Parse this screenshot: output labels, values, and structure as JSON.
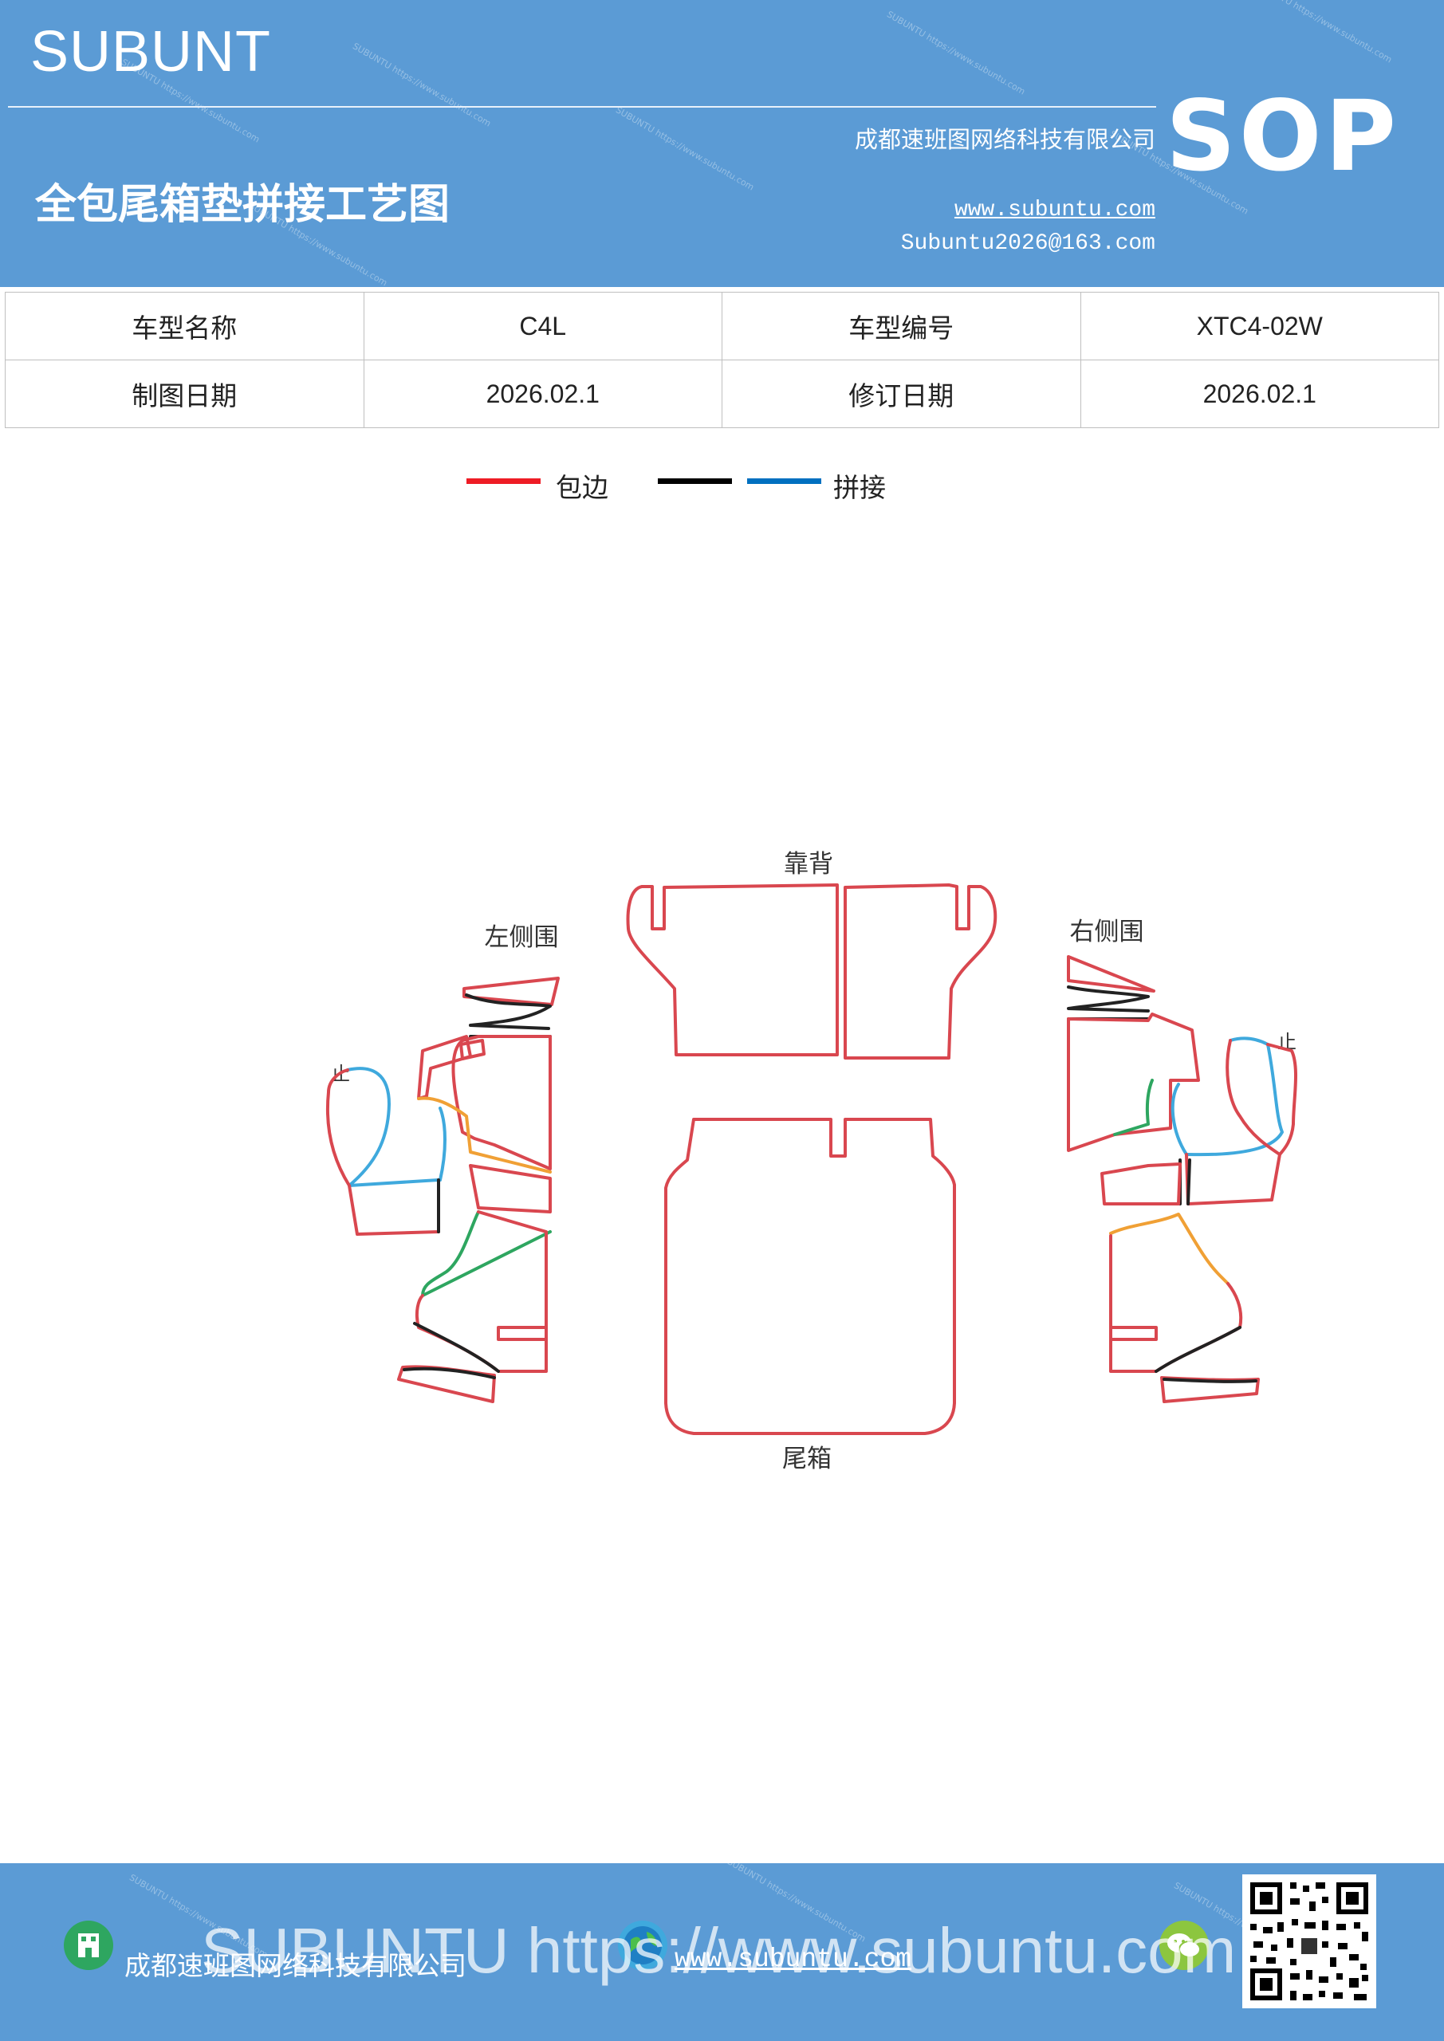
{
  "header": {
    "brand": "SUBUNT",
    "company": "成都速班图网络科技有限公司",
    "title": "全包尾箱垫拼接工艺图",
    "website": "www.subuntu.com",
    "email": "Subuntu2026@163.com",
    "badge": "SOP",
    "watermark": "SUBUNTU https://www.subuntu.com"
  },
  "info_table": {
    "rows": [
      [
        {
          "text": "车型名称",
          "kind": "label"
        },
        {
          "text": "C4L",
          "kind": "value"
        },
        {
          "text": "车型编号",
          "kind": "label"
        },
        {
          "text": "XTC4-02W",
          "kind": "value"
        }
      ],
      [
        {
          "text": "制图日期",
          "kind": "label"
        },
        {
          "text": "2026.02.1",
          "kind": "value"
        },
        {
          "text": "修订日期",
          "kind": "label"
        },
        {
          "text": "2026.02.1",
          "kind": "value"
        }
      ]
    ]
  },
  "legend": {
    "binding_label": "包边",
    "splice_label": "拼接",
    "colors": {
      "binding": "#ee1c25",
      "black": "#000000",
      "splice": "#0070c0"
    }
  },
  "drawing": {
    "backrest_label": "靠背",
    "left_side_label": "左侧围",
    "right_side_label": "右侧围",
    "trunk_label": "尾箱",
    "stop_mark": "止",
    "colors": {
      "edge": "#d9474f",
      "seam_black": "#222222",
      "seam_blue": "#3fa9dd",
      "seam_orange": "#f0a035",
      "seam_green": "#2ea660"
    }
  },
  "footer": {
    "company": "成都速班图网络科技有限公司",
    "website": "www.subuntu.com",
    "watermark_big": "SUBUNTU https://www.subuntu.com"
  }
}
